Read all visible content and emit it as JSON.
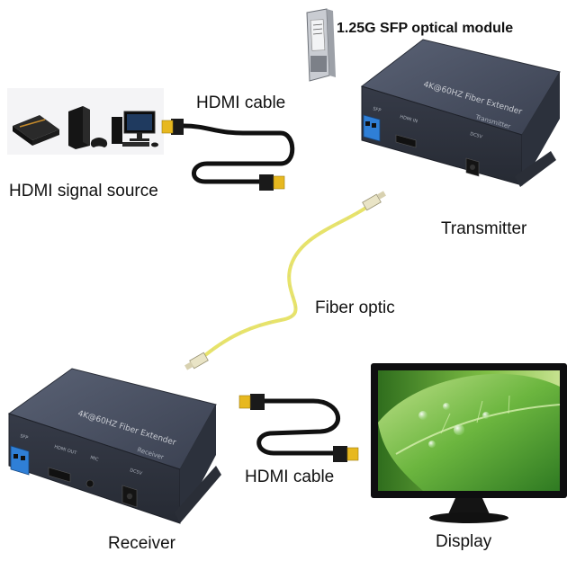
{
  "labels": {
    "sfp_module": "1.25G SFP optical module",
    "hdmi_cable_top": "HDMI cable",
    "hdmi_source": "HDMI signal source",
    "transmitter": "Transmitter",
    "fiber_optic": "Fiber optic",
    "hdmi_cable_bottom": "HDMI cable",
    "receiver": "Receiver",
    "display": "Display"
  },
  "device_text": {
    "model": "4K@60HZ Fiber Extender",
    "tx_name": "Transmitter",
    "rx_name": "Receiver",
    "tx_port_sfp": "SFP",
    "tx_port_hdmi": "HDMI IN",
    "tx_port_dc": "DC5V",
    "rx_port_sfp": "SFP",
    "rx_port_hdmi": "HDMI OUT",
    "rx_port_audio": "MIC",
    "rx_port_dc": "DC5V"
  },
  "colors": {
    "device_body": "#3b4150",
    "device_top": "#4a5163",
    "hdmi_gold": "#e7b81f",
    "fiber_yellow": "#e7e36a",
    "sfp_blue": "#2f7fd6",
    "screen_green": "#5aa83a"
  }
}
